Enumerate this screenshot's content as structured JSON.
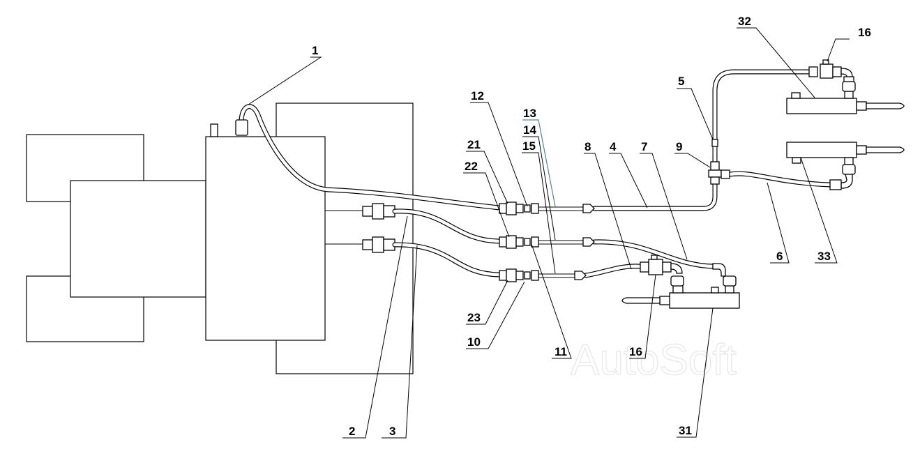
{
  "watermark": "AutoSoft",
  "colors": {
    "line": "#000000",
    "background": "#ffffff",
    "watermark": "#e6e6e6",
    "highlight_lead": "#4a8a8a"
  },
  "callouts": {
    "c1": "1",
    "c2": "2",
    "c3": "3",
    "c4": "4",
    "c5": "5",
    "c6": "6",
    "c7": "7",
    "c8": "8",
    "c9": "9",
    "c10": "10",
    "c11": "11",
    "c12": "12",
    "c13": "13",
    "c14": "14",
    "c15": "15",
    "c16a": "16",
    "c16b": "16",
    "c21": "21",
    "c22": "22",
    "c23": "23",
    "c31": "31",
    "c32": "32",
    "c33": "33"
  }
}
